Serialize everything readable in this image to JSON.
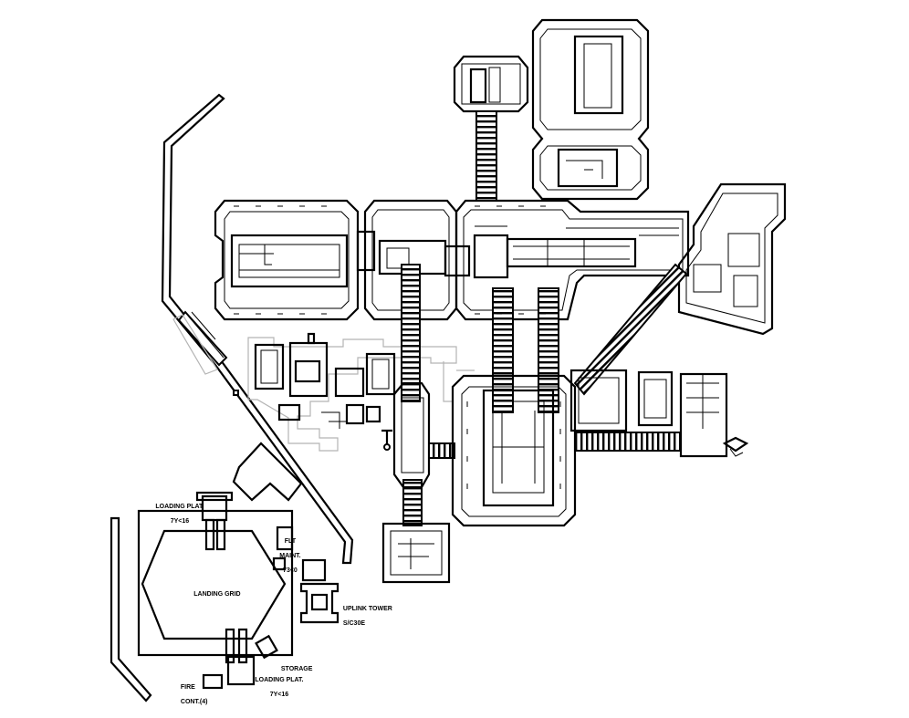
{
  "labels": {
    "loading_top_1": "LOADING PLAT.",
    "loading_top_2": "7Y<16",
    "flt_1": "FLT",
    "flt_2": "MAINT.",
    "flt_3": "73<0",
    "landing": "LANDING GRID",
    "uplink_1": "UPLINK TOWER",
    "uplink_2": "S/C30E",
    "storage": "STORAGE",
    "loading_bot_1": "LOADING PLAT.",
    "loading_bot_2": "7Y<16",
    "fire_1": "FIRE",
    "fire_2": "CONT.(4)"
  },
  "colors": {
    "ink": "#000000",
    "paper": "#ffffff",
    "path": "#b4b4b4"
  }
}
